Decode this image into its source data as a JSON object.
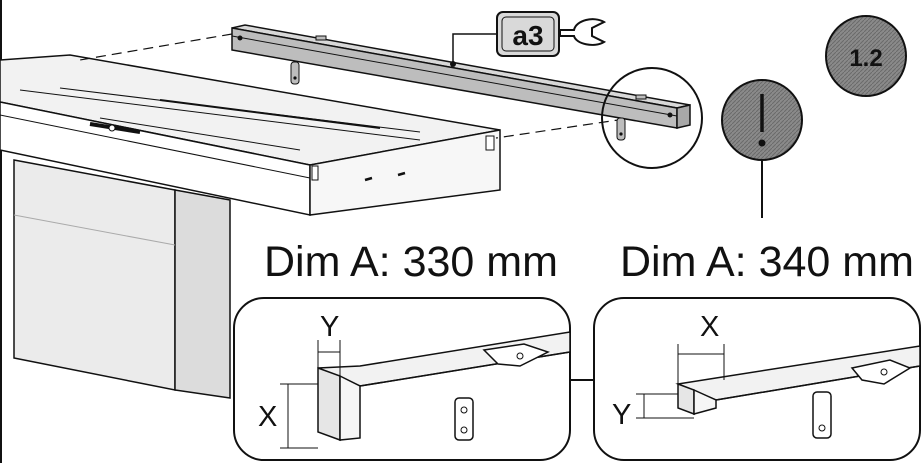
{
  "tool_badge": {
    "label": "a3",
    "icon": "wrench-icon"
  },
  "step_badge": {
    "label": "1.2"
  },
  "warning_badge": {
    "symbol": "!"
  },
  "dimensions": {
    "left": "Dim A: 330 mm",
    "right": "Dim A: 340 mm"
  },
  "detail_left": {
    "label_y": "Y",
    "label_x": "X"
  },
  "detail_right": {
    "label_x": "X",
    "label_y": "Y"
  },
  "colors": {
    "badge_fill": "#7a7a7a",
    "rail_fill": "#bdbdbd",
    "tool_badge_fill": "#d9d9d9",
    "line": "#111111"
  }
}
